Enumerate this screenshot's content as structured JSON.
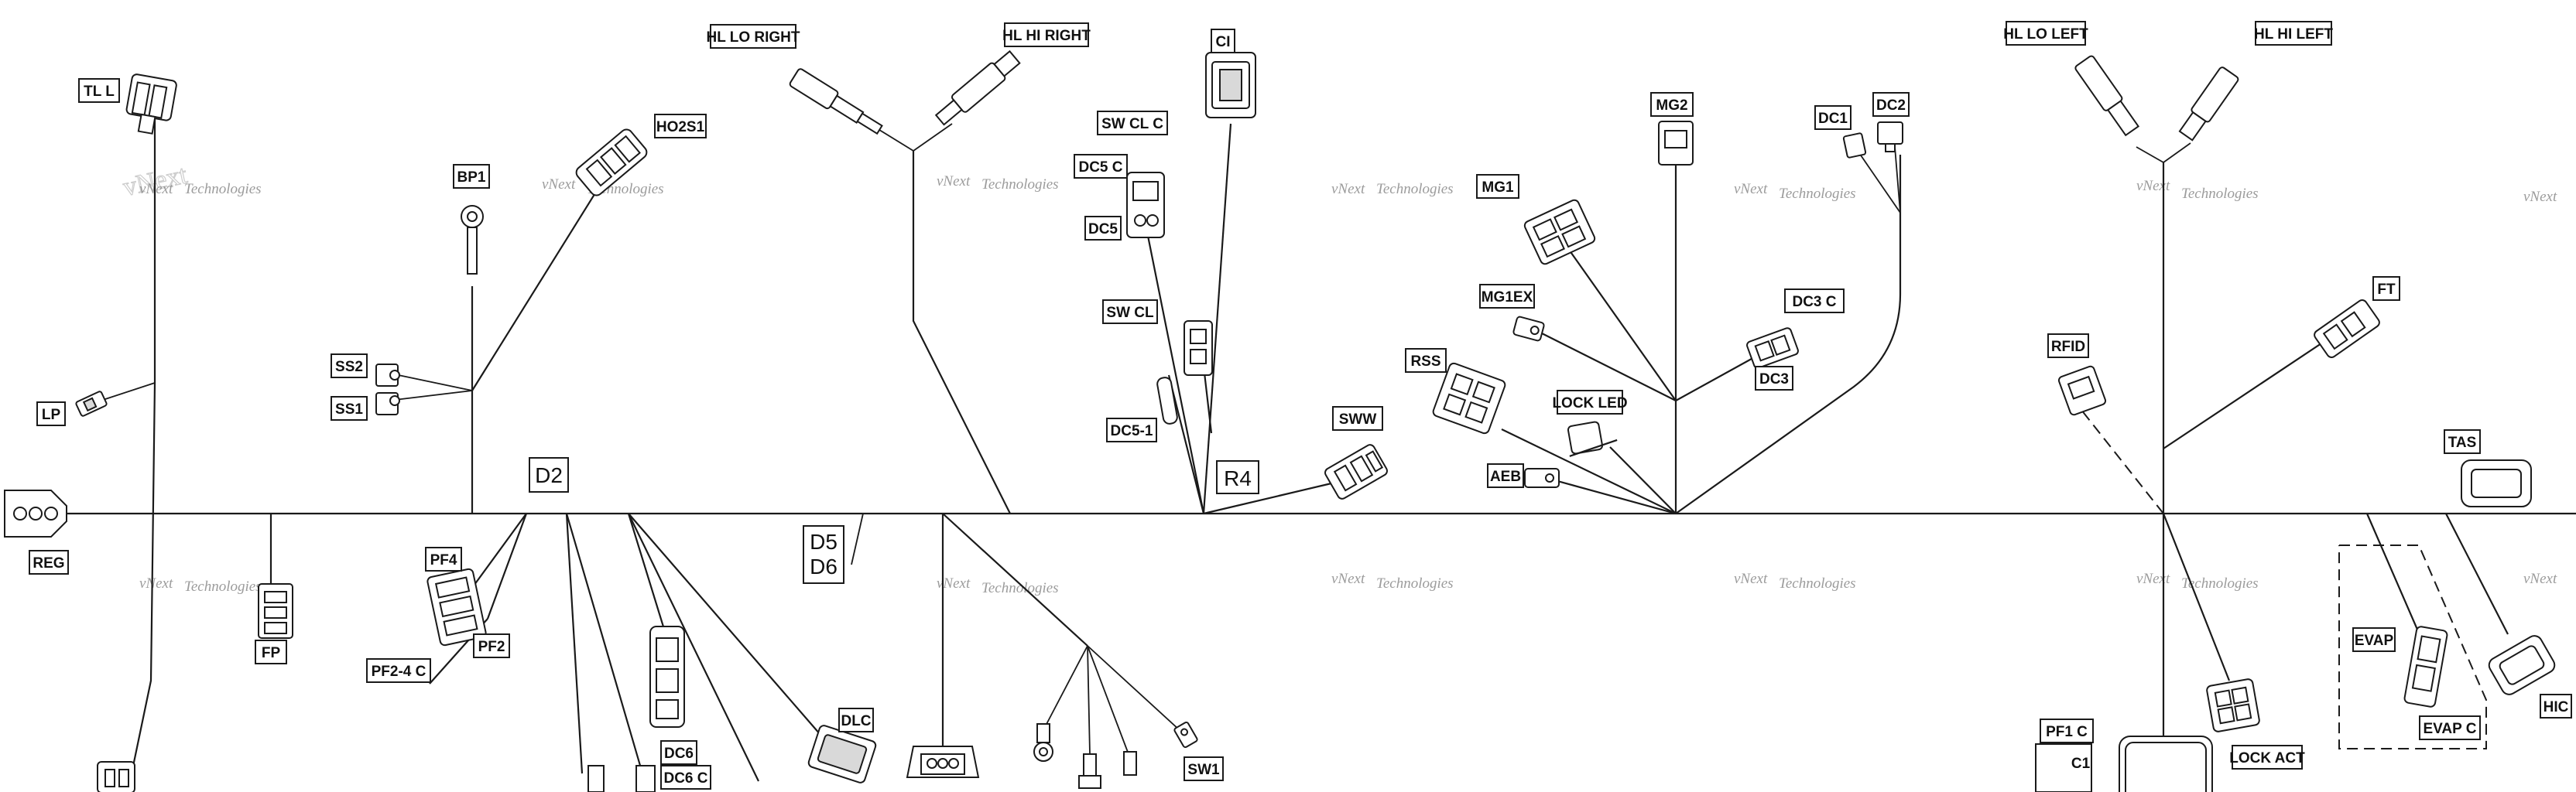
{
  "watermark": {
    "line1": "vNext",
    "line2": "Technologies"
  },
  "labels": {
    "tl_l": "TL  L",
    "hl_lo_right": "HL  LO RIGHT",
    "hl_hi_right": "HL  HI RIGHT",
    "ci": "CI",
    "sw_cl_c": "SW  CL  C",
    "dc5_c": "DC5  C",
    "dc5": "DC5",
    "sw_cl": "SW  CL",
    "dc5_1": "DC5-1",
    "r4": "R4",
    "sww": "SWW",
    "mg2": "MG2",
    "dc1": "DC1",
    "dc2": "DC2",
    "mg1": "MG1",
    "mg1ex": "MG1EX",
    "dc3_c": "DC3  C",
    "dc3": "DC3",
    "rss": "RSS",
    "lock_led": "LOCK LED",
    "aeb": "AEB",
    "h02s1": "HO2S1",
    "bp1": "BP1",
    "ss2": "SS2",
    "ss1": "SS1",
    "lp": "LP",
    "reg": "REG",
    "d2": "D2",
    "pf4": "PF4",
    "pf2": "PF2",
    "pf2_4_c": "PF2-4  C",
    "fp": "FP",
    "d5": "D5",
    "d6": "D6",
    "dc6": "DC6",
    "dc6_c": "DC6  C",
    "dlc": "DLC",
    "sw1": "SW1",
    "hl_lo_left": "HL  LO LEFT",
    "hl_hi_left": "HL  HI LEFT",
    "ft": "FT",
    "rfid": "RFID",
    "tas": "TAS",
    "evap": "EVAP",
    "evap_c": "EVAP  C",
    "hic": "HIC",
    "lock_act": "LOCK  ACT",
    "pf1_c": "PF1  C",
    "c1": "C1"
  }
}
